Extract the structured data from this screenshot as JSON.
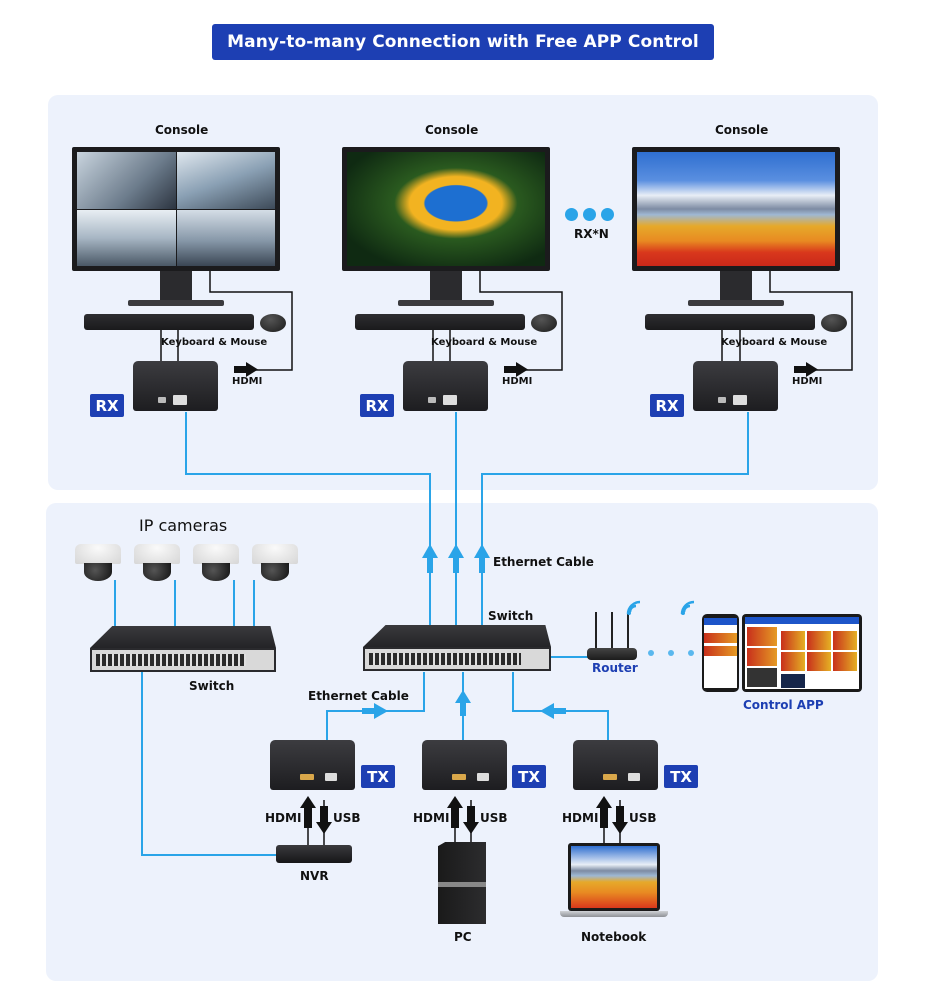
{
  "title": "Many-to-many Connection with Free APP Control",
  "colors": {
    "brand_blue": "#1d3fb3",
    "cable_blue": "#2aa4e8",
    "panel_bg": "#edf2fc"
  },
  "receivers_panel": {
    "consoles": [
      {
        "label": "Console",
        "screen": "airport-surveillance-quad-view",
        "peripherals_label": "Keyboard & Mouse",
        "hdmi_label": "HDMI",
        "badge": "RX"
      },
      {
        "label": "Console",
        "screen": "macaw-parrot",
        "peripherals_label": "Keyboard & Mouse",
        "hdmi_label": "HDMI",
        "badge": "RX"
      },
      {
        "label": "Console",
        "screen": "mountain-lake-landscape",
        "peripherals_label": "Keyboard & Mouse",
        "hdmi_label": "HDMI",
        "badge": "RX"
      }
    ],
    "more_indicator": "RX*N"
  },
  "network_panel": {
    "ip_cameras_label": "IP cameras",
    "camera_count": 4,
    "left_switch_label": "Switch",
    "center_switch_label": "Switch",
    "ethernet_label_top": "Ethernet Cable",
    "ethernet_label_bottom": "Ethernet Cable",
    "router_label": "Router",
    "control_app_label": "Control APP",
    "transmitters": [
      {
        "badge": "TX",
        "hdmi_label": "HDMI",
        "usb_label": "USB",
        "source_label": "NVR"
      },
      {
        "badge": "TX",
        "hdmi_label": "HDMI",
        "usb_label": "USB",
        "source_label": "PC"
      },
      {
        "badge": "TX",
        "hdmi_label": "HDMI",
        "usb_label": "USB",
        "source_label": "Notebook"
      }
    ]
  }
}
